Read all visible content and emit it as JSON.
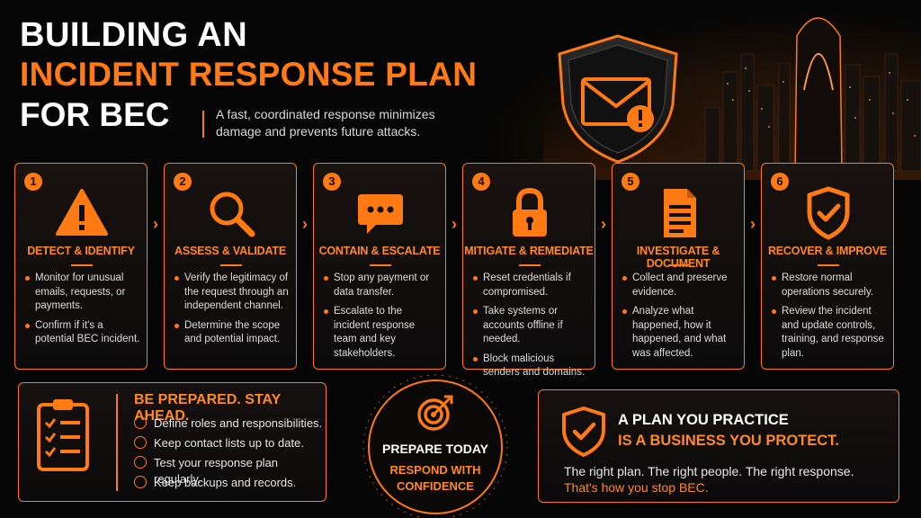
{
  "title": {
    "line1": "BUILDING AN",
    "line2": "INCIDENT RESPONSE PLAN",
    "line3": "FOR BEC"
  },
  "subtitle": "A fast, coordinated response minimizes damage and prevents future attacks.",
  "colors": {
    "accent": "#ff7a12",
    "background": "#060606",
    "text": "#ffffff"
  },
  "steps": [
    {
      "number": "1",
      "icon": "warning-icon",
      "title": "DETECT & IDENTIFY",
      "bullets": [
        "Monitor for unusual emails, requests, or payments.",
        "Confirm if it's a potential BEC incident."
      ]
    },
    {
      "number": "2",
      "icon": "magnifier-icon",
      "title": "ASSESS & VALIDATE",
      "bullets": [
        "Verify the legitimacy of the request through an independent channel.",
        "Determine the scope and potential impact."
      ]
    },
    {
      "number": "3",
      "icon": "chat-bubble-icon",
      "title": "CONTAIN & ESCALATE",
      "bullets": [
        "Stop any payment or data transfer.",
        "Escalate to the incident response team and key stakeholders."
      ]
    },
    {
      "number": "4",
      "icon": "lock-icon",
      "title": "MITIGATE & REMEDIATE",
      "bullets": [
        "Reset credentials if compromised.",
        "Take systems or accounts offline if needed.",
        "Block malicious senders and domains."
      ]
    },
    {
      "number": "5",
      "icon": "document-icon",
      "title": "INVESTIGATE & DOCUMENT",
      "bullets": [
        "Collect and preserve evidence.",
        "Analyze what happened, how it happened, and what was affected."
      ]
    },
    {
      "number": "6",
      "icon": "shield-check-icon",
      "title": "RECOVER & IMPROVE",
      "bullets": [
        "Restore normal operations securely.",
        "Review the incident and update controls, training, and response plan."
      ]
    }
  ],
  "prepared": {
    "title": "BE PREPARED. STAY AHEAD.",
    "icon": "clipboard-checklist-icon",
    "items": [
      "Define roles and responsibilities.",
      "Keep contact lists up to date.",
      "Test your response plan regularly.",
      "Keep backups and records."
    ]
  },
  "center": {
    "icon": "target-icon",
    "line1": "PREPARE TODAY",
    "line2a": "RESPOND WITH",
    "line2b": "CONFIDENCE"
  },
  "plan": {
    "icon": "shield-check-icon",
    "heading1": "A PLAN YOU PRACTICE",
    "heading2": "IS A BUSINESS YOU PROTECT.",
    "text1": "The right plan. The right people. The right response.",
    "text2": "That's how you stop BEC."
  }
}
